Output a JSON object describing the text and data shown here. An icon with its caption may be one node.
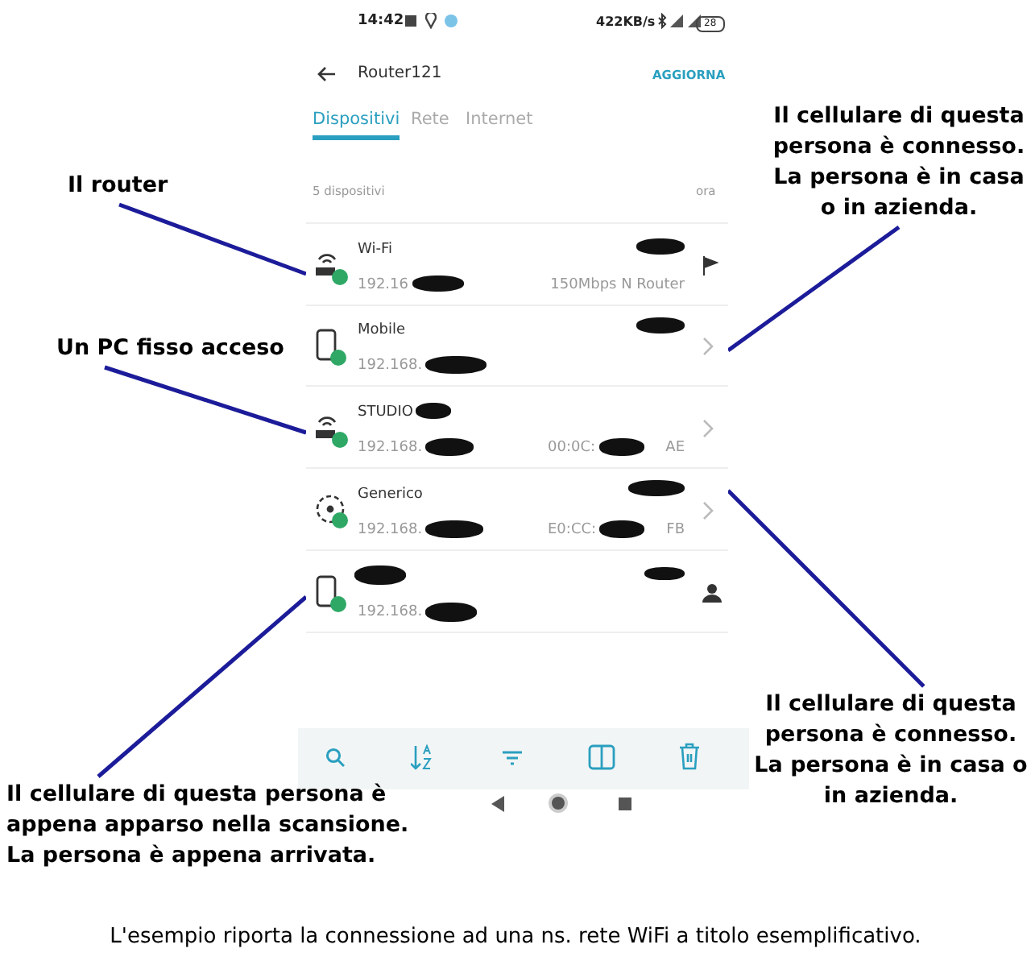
{
  "diagram": {
    "caption": "L'esempio riporta la connessione ad una ns. rete WiFi a titolo esemplificativo.",
    "nodes": [
      {
        "text": [
          "Il router"
        ]
      },
      {
        "text": [
          "Il cellulare di questa persona è connesso.",
          "La persona è in casa o in azienda."
        ]
      },
      {
        "text": [
          "Wi-Fi",
          "192.16",
          "150Mbps N Router"
        ]
      },
      {
        "text": [
          "Un PC fisso acceso"
        ]
      },
      {
        "text": [
          "Mobile",
          "192.168."
        ]
      },
      {
        "text": [
          "STUDIO",
          "192.168.",
          "00:0C:",
          "AE"
        ]
      },
      {
        "text": [
          "Generico",
          "192.168.",
          "E0:CC:",
          "FB"
        ]
      },
      {
        "text": [
          "192.168."
        ]
      },
      {
        "text": [
          "Il cellulare di questa persona è connesso.",
          "La persona è in casa o in azienda."
        ]
      },
      {
        "text": [
          "Il cellulare di questa persona è appena apparso nella scansione.",
          "La persona è appena arrivata."
        ]
      }
    ],
    "edges": [
      {
        "from": 0,
        "to": 2,
        "arrow": "none"
      },
      {
        "from": 1,
        "to": 4,
        "arrow": "none"
      },
      {
        "from": 3,
        "to": 5,
        "arrow": "none"
      },
      {
        "from": 8,
        "to": 6,
        "arrow": "none"
      },
      {
        "from": 9,
        "to": 7,
        "arrow": "none"
      }
    ],
    "labels": [
      "14:42",
      "422KB/s",
      "28",
      "Router121",
      "AGGIORNA",
      "Dispositivi",
      "Rete",
      "Internet",
      "5 dispositivi",
      "ora"
    ]
  }
}
